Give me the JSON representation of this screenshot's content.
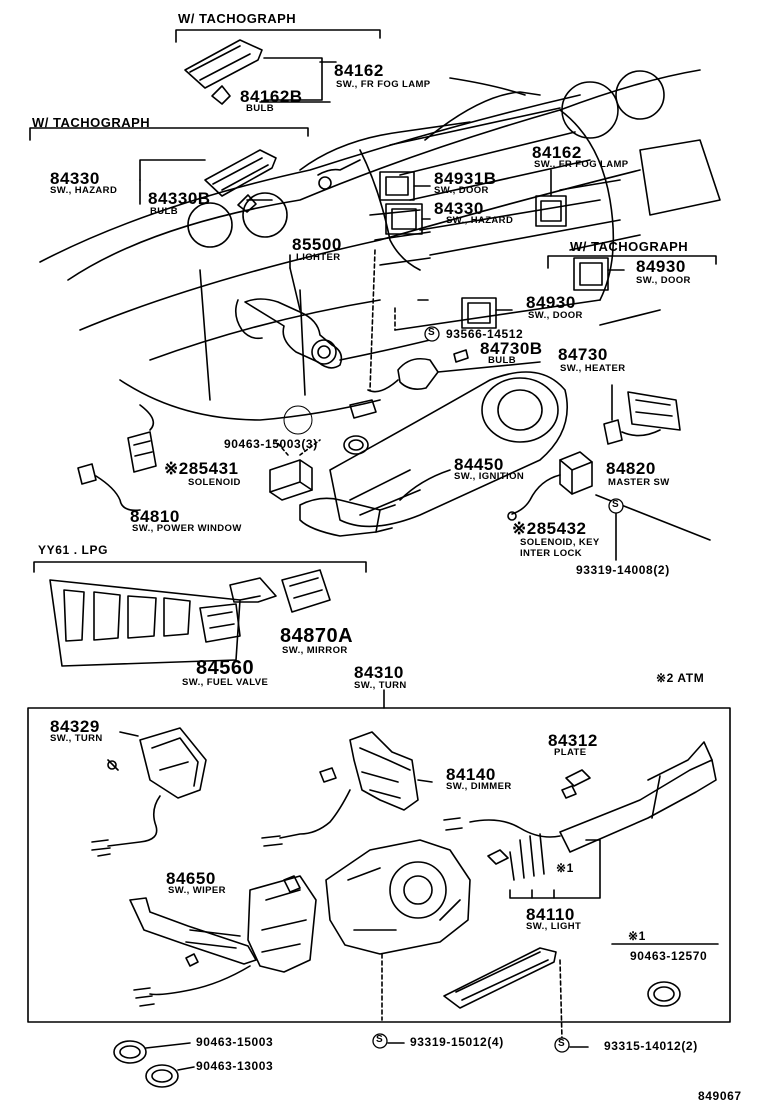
{
  "diagram_id": "849067",
  "notes": {
    "atm": "※2 ATM",
    "ref1": "※1",
    "ref1b": "※1"
  },
  "headers": {
    "tacho_top": "W/ TACHOGRAPH",
    "tacho_left": "W/ TACHOGRAPH",
    "tacho_right": "W/ TACHOGRAPH",
    "lpg": "YY61 . LPG"
  },
  "parts": [
    {
      "key": "p84162a",
      "number": "84162",
      "name": "SW., FR FOG LAMP"
    },
    {
      "key": "p84162b",
      "number": "84162B",
      "name": "BULB"
    },
    {
      "key": "p84330a",
      "number": "84330",
      "name": "SW., HAZARD"
    },
    {
      "key": "p84330b",
      "number": "84330B",
      "name": "BULB"
    },
    {
      "key": "p84162c",
      "number": "84162",
      "name": "SW., FR FOG LAMP"
    },
    {
      "key": "p84931b",
      "number": "84931B",
      "name": "SW., DOOR"
    },
    {
      "key": "p84330c",
      "number": "84330",
      "name": "SW., HAZARD"
    },
    {
      "key": "p85500",
      "number": "85500",
      "name": "LIGHTER"
    },
    {
      "key": "p84930a",
      "number": "84930",
      "name": "SW., DOOR"
    },
    {
      "key": "p84930b",
      "number": "84930",
      "name": "SW., DOOR"
    },
    {
      "key": "p93566",
      "number": "93566-14512",
      "name": ""
    },
    {
      "key": "p84730b",
      "number": "84730B",
      "name": "BULB"
    },
    {
      "key": "p84730",
      "number": "84730",
      "name": "SW., HEATER"
    },
    {
      "key": "p90463a",
      "number": "90463-15003(3)",
      "name": ""
    },
    {
      "key": "p85431",
      "number": "※285431",
      "name": "SOLENOID"
    },
    {
      "key": "p84450",
      "number": "84450",
      "name": "SW., IGNITION"
    },
    {
      "key": "p84820",
      "number": "84820",
      "name": "MASTER SW"
    },
    {
      "key": "p84810",
      "number": "84810",
      "name": "SW., POWER WINDOW"
    },
    {
      "key": "p85432",
      "number": "※285432",
      "name": "SOLENOID, KEY INTER LOCK"
    },
    {
      "key": "p93319a",
      "number": "93319-14008(2)",
      "name": ""
    },
    {
      "key": "p84870a",
      "number": "84870A",
      "name": "SW., MIRROR"
    },
    {
      "key": "p84560",
      "number": "84560",
      "name": "SW., FUEL VALVE"
    },
    {
      "key": "p84310",
      "number": "84310",
      "name": "SW., TURN"
    },
    {
      "key": "p84329",
      "number": "84329",
      "name": "SW., TURN"
    },
    {
      "key": "p84312",
      "number": "84312",
      "name": "PLATE"
    },
    {
      "key": "p84140",
      "number": "84140",
      "name": "SW., DIMMER"
    },
    {
      "key": "p84650",
      "number": "84650",
      "name": "SW., WIPER"
    },
    {
      "key": "p84110",
      "number": "84110",
      "name": "SW., LIGHT"
    },
    {
      "key": "p90463c",
      "number": "90463-12570",
      "name": ""
    },
    {
      "key": "p90463d",
      "number": "90463-15003",
      "name": ""
    },
    {
      "key": "p90463e",
      "number": "90463-13003",
      "name": ""
    },
    {
      "key": "p93319b",
      "number": "93319-15012(4)",
      "name": ""
    },
    {
      "key": "p93315",
      "number": "93315-14012(2)",
      "name": ""
    }
  ],
  "screw_symbol": "S"
}
